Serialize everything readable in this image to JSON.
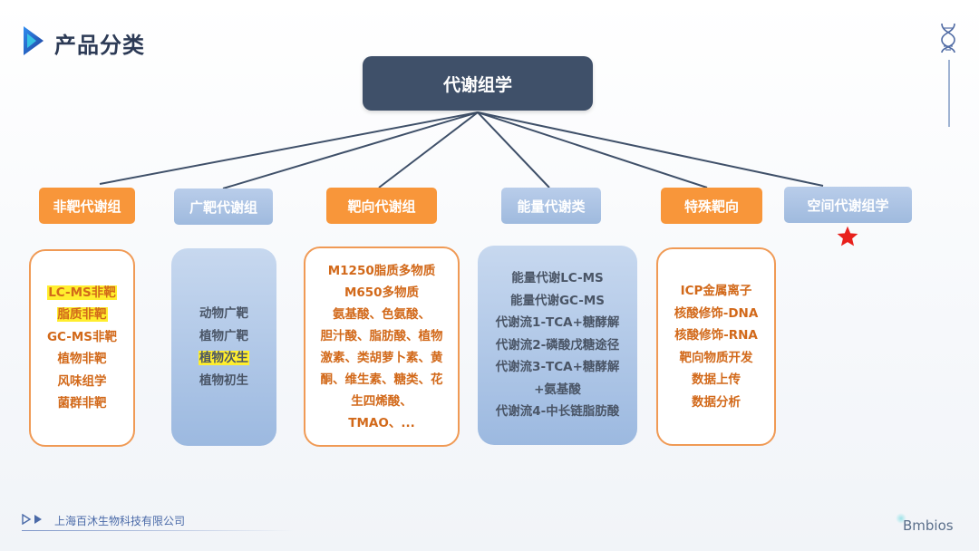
{
  "header": {
    "title": "产品分类"
  },
  "diagram": {
    "root": "代谢组学",
    "categories": [
      {
        "label": "非靶代谢组",
        "style": "orange"
      },
      {
        "label": "广靶代谢组",
        "style": "blue"
      },
      {
        "label": "靶向代谢组",
        "style": "orange"
      },
      {
        "label": "能量代谢类",
        "style": "blue"
      },
      {
        "label": "特殊靶向",
        "style": "orange"
      },
      {
        "label": "空间代谢组学",
        "style": "blue"
      }
    ],
    "boxes": [
      {
        "items": [
          {
            "text": "LC-MS非靶",
            "highlight": true
          },
          {
            "text": "脂质非靶",
            "highlight": true
          },
          {
            "text": "GC-MS非靶",
            "highlight": false
          },
          {
            "text": "植物非靶",
            "highlight": false
          },
          {
            "text": "风味组学",
            "highlight": false
          },
          {
            "text": "菌群非靶",
            "highlight": false
          }
        ]
      },
      {
        "items": [
          {
            "text": "动物广靶",
            "highlight": false
          },
          {
            "text": "植物广靶",
            "highlight": false
          },
          {
            "text": "植物次生",
            "highlight": true
          },
          {
            "text": "植物初生",
            "highlight": false
          }
        ]
      },
      {
        "items": [
          {
            "text": "M1250脂质多物质",
            "highlight": false
          },
          {
            "text": "M650多物质",
            "highlight": false
          },
          {
            "text": "氨基酸、色氨酸、",
            "highlight": false
          },
          {
            "text": "胆汁酸、脂肪酸、植物",
            "highlight": false
          },
          {
            "text": "激素、类胡萝卜素、黄",
            "highlight": false
          },
          {
            "text": "酮、维生素、糖类、花",
            "highlight": false
          },
          {
            "text": "生四烯酸、",
            "highlight": false
          },
          {
            "text": "TMAO、...",
            "highlight": false
          }
        ]
      },
      {
        "items": [
          {
            "text": "能量代谢LC-MS",
            "highlight": false
          },
          {
            "text": "能量代谢GC-MS",
            "highlight": false
          },
          {
            "text": "代谢流1-TCA+糖酵解",
            "highlight": false
          },
          {
            "text": "代谢流2-磷酸戊糖途径",
            "highlight": false
          },
          {
            "text": "代谢流3-TCA+糖酵解",
            "highlight": false
          },
          {
            "text": "+氨基酸",
            "highlight": false
          },
          {
            "text": "代谢流4-中长链脂肪酸",
            "highlight": false
          }
        ]
      },
      {
        "items": [
          {
            "text": "ICP金属离子",
            "highlight": false
          },
          {
            "text": "核酸修饰-DNA",
            "highlight": false
          },
          {
            "text": "核酸修饰-RNA",
            "highlight": false
          },
          {
            "text": "靶向物质开发",
            "highlight": false
          },
          {
            "text": "数据上传",
            "highlight": false
          },
          {
            "text": "数据分析",
            "highlight": false
          }
        ]
      }
    ]
  },
  "colors": {
    "dark_node": "#3f5069",
    "orange": "#f8963a",
    "light_blue": "#a9c2e4",
    "star": "#e8201c",
    "highlight": "#ffee2e"
  },
  "icons": {
    "logo": "play-logo-icon",
    "dna": "dna-icon",
    "star": "star-icon",
    "footer": "double-arrow-icon"
  },
  "footer": {
    "company": "上海百沐生物科技有限公司",
    "brand": "Bmbios"
  }
}
